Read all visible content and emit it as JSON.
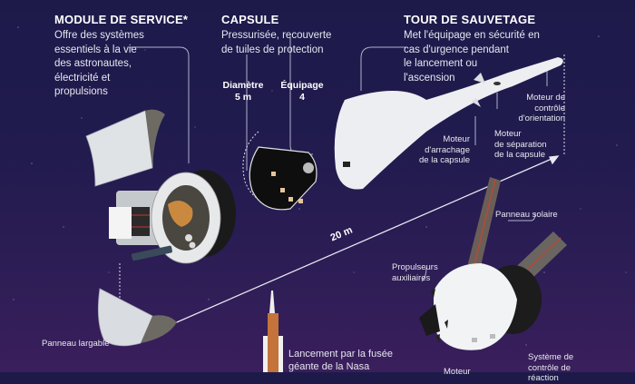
{
  "sections": {
    "service_module": {
      "title": "MODULE DE SERVICE*",
      "desc_lines": [
        "Offre des systèmes",
        "essentiels à la vie",
        "des astronautes,",
        "électricité et",
        "propulsions"
      ]
    },
    "capsule": {
      "title": "CAPSULE",
      "desc_lines": [
        "Pressurisée, recouverte",
        "de tuiles de protection"
      ],
      "stats": [
        {
          "label": "Diamètre",
          "value": "5 m"
        },
        {
          "label": "Équipage",
          "value": "4"
        }
      ]
    },
    "escape_tower": {
      "title": "TOUR DE SAUVETAGE",
      "desc_lines": [
        "Met l'équipage en sécurité en",
        "cas d'urgence pendant",
        "le lancement ou",
        "l'ascension"
      ]
    }
  },
  "callouts": {
    "attitude_motor": [
      "Moteur de",
      "contrôle",
      "d'orientation"
    ],
    "abort_motor": [
      "Moteur",
      "d'arrachage",
      "de la capsule"
    ],
    "jettison_motor": [
      "Moteur",
      "de séparation",
      "de la capsule"
    ],
    "solar_panel": "Panneau solaire",
    "aux_thrusters": [
      "Propulseurs",
      "auxiliaires"
    ],
    "reaction_control": [
      "Système de",
      "contrôle de",
      "réaction"
    ],
    "main_engine": "Moteur",
    "jettison_panel": "Panneau largable",
    "launch": [
      "Lancement par la fusée",
      "géante de la Nasa"
    ]
  },
  "dimension": {
    "length": "20 m"
  },
  "colors": {
    "bg_top": "#1d1a4a",
    "bg_bottom": "#3a1f5c",
    "hull": "#e9ecef",
    "solar_red": "#b24a3a",
    "rocket_orange": "#c4733a"
  }
}
